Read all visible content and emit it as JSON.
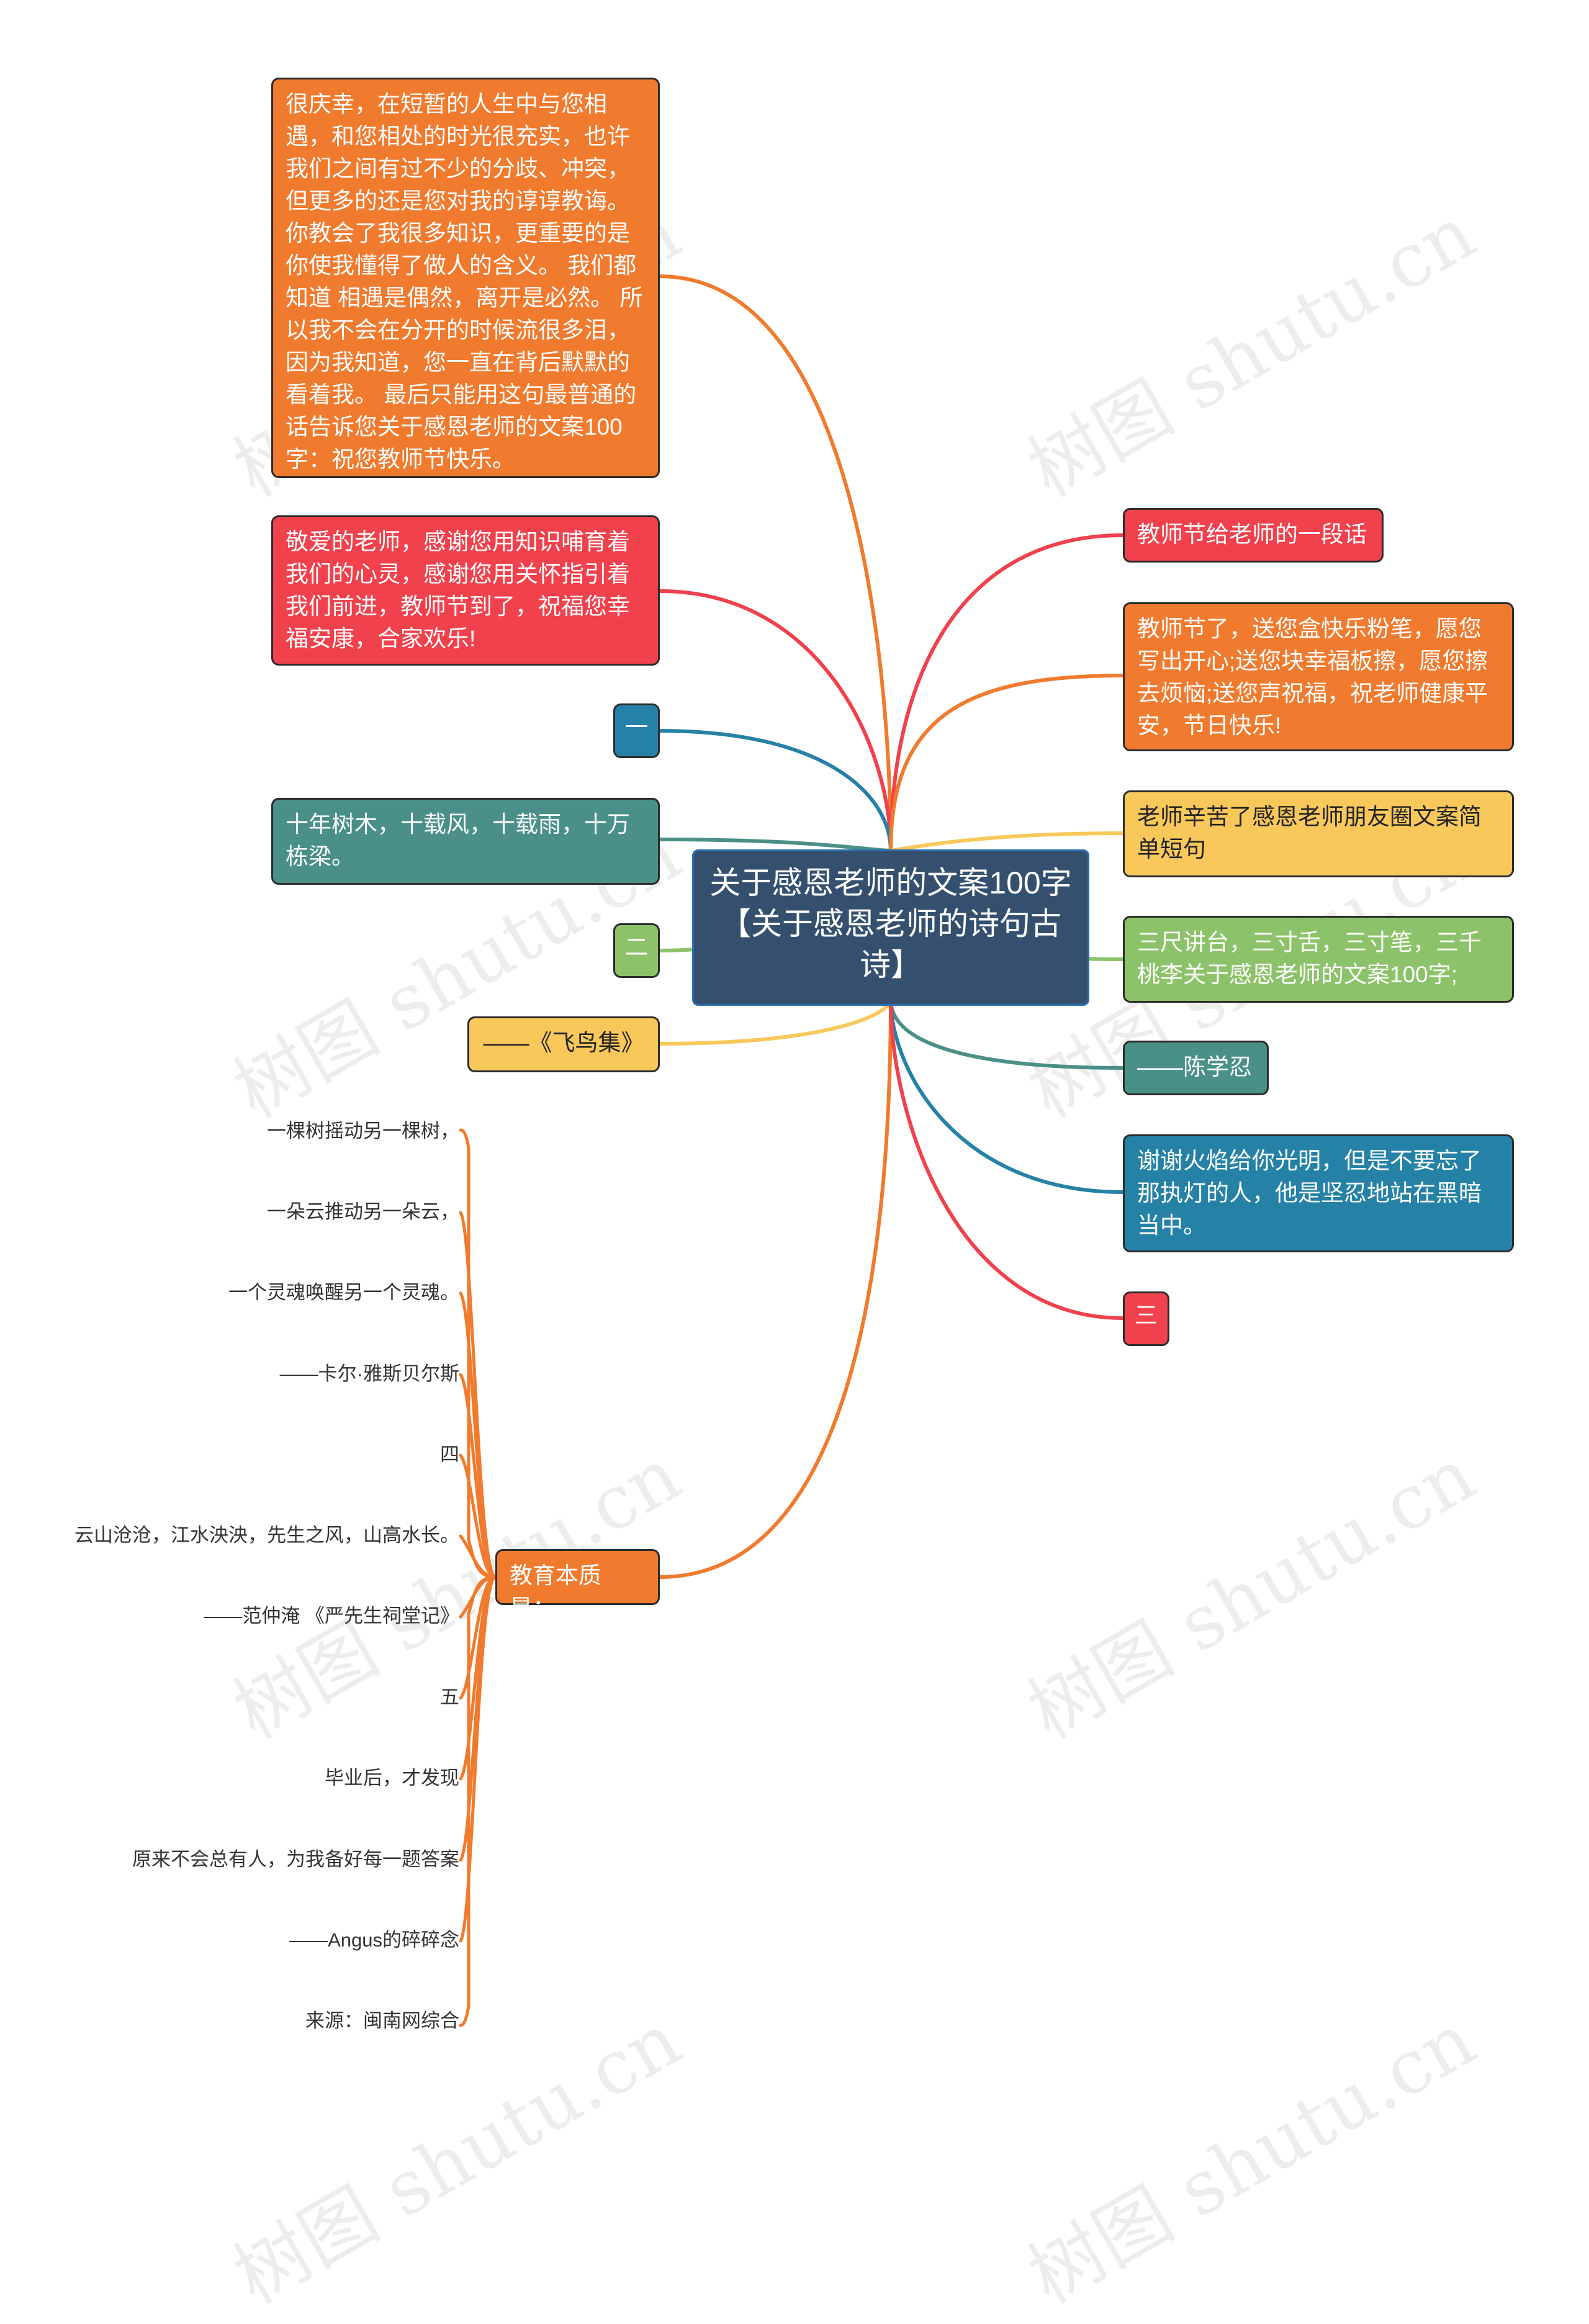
{
  "center": "关于感恩老师的文案100字【关于感恩老师的诗句古诗】",
  "left": {
    "long_para": "很庆幸，在短暂的人生中与您相遇，和您相处的时光很充实，也许我们之间有过不少的分歧、冲突，但更多的还是您对我的谆谆教诲。你教会了我很多知识，更重要的是你使我懂得了做人的含义。 我们都知道 相遇是偶然，离开是必然。 所以我不会在分开的时候流很多泪，因为我知道，您一直在背后默默的看着我。 最后只能用这句最普通的话告诉您关于感恩老师的文案100字：祝您教师节快乐。",
    "dear_teacher": "敬爱的老师，感谢您用知识哺育着我们的心灵，感谢您用关怀指引着我们前进，教师节到了，祝福您幸福安康，合家欢乐!",
    "one": "一",
    "ten_years": "十年树木，十载风，十载雨，十万栋梁。",
    "two": "二",
    "stray_birds": "——《飞鸟集》",
    "education": "教育本质是："
  },
  "right": {
    "words": "教师节给老师的一段话",
    "chalk": "教师节了，送您盒快乐粉笔，愿您写出开心;送您块幸福板擦，愿您擦去烦恼;送您声祝福，祝老师健康平安，节日快乐!",
    "hard_work": "老师辛苦了感恩老师朋友圈文案简单短句",
    "podium": "三尺讲台，三寸舌，三寸笔，三千桃李关于感恩老师的文案100字;",
    "chen": "——陈学忍",
    "thanks_fire": "谢谢火焰给你光明，但是不要忘了那执灯的人，他是坚忍地站在黑暗当中。",
    "three": "三"
  },
  "education_leaves": [
    "一棵树摇动另一棵树，",
    "一朵云推动另一朵云，",
    "一个灵魂唤醒另一个灵魂。",
    "——卡尔·雅斯贝尔斯",
    "四",
    "云山沧沧，江水泱泱，先生之风，山高水长。",
    "——范仲淹 《严先生祠堂记》",
    "五",
    "毕业后，才发现",
    "原来不会总有人，为我备好每一题答案",
    "——Angus的碎碎念",
    "来源：闽南网综合"
  ],
  "watermark": "树图 shutu.cn",
  "colors": {
    "orange": "#f07a2e",
    "red": "#f0414c",
    "blue": "#2582a6",
    "teal": "#4a9088",
    "green": "#8cc26a",
    "yellow": "#f8c85a",
    "center": "#34506e"
  }
}
